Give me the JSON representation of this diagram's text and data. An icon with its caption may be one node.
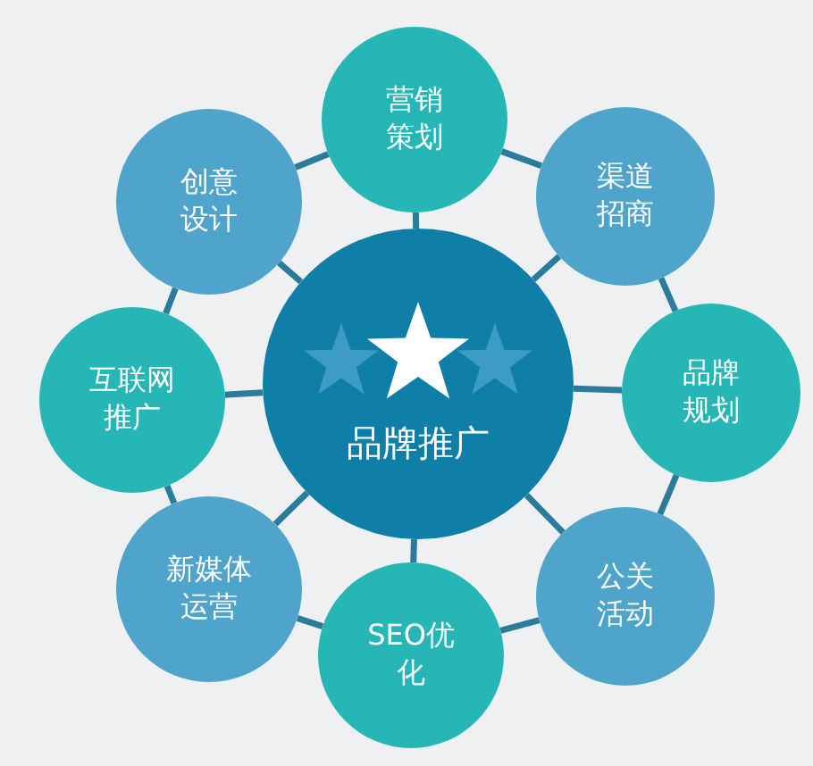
{
  "diagram": {
    "nodes": [
      {
        "text": [
          "品牌推广"
        ]
      },
      {
        "text": [
          "营销策划"
        ]
      },
      {
        "text": [
          "渠道招商"
        ]
      },
      {
        "text": [
          "品牌规划"
        ]
      },
      {
        "text": [
          "公关活动"
        ]
      },
      {
        "text": [
          "SEO优化"
        ]
      },
      {
        "text": [
          "新媒体运营"
        ]
      },
      {
        "text": [
          "互联网推广"
        ]
      },
      {
        "text": [
          "创意设计"
        ]
      }
    ],
    "edges": [
      {
        "from": 0,
        "to": 1,
        "arrow": "none"
      },
      {
        "from": 0,
        "to": 2,
        "arrow": "none"
      },
      {
        "from": 0,
        "to": 3,
        "arrow": "none"
      },
      {
        "from": 0,
        "to": 4,
        "arrow": "none"
      },
      {
        "from": 0,
        "to": 5,
        "arrow": "none"
      },
      {
        "from": 0,
        "to": 6,
        "arrow": "none"
      },
      {
        "from": 0,
        "to": 7,
        "arrow": "none"
      },
      {
        "from": 0,
        "to": 8,
        "arrow": "none"
      },
      {
        "from": 1,
        "to": 2,
        "arrow": "none"
      },
      {
        "from": 2,
        "to": 3,
        "arrow": "none"
      },
      {
        "from": 3,
        "to": 4,
        "arrow": "none"
      },
      {
        "from": 4,
        "to": 5,
        "arrow": "none"
      },
      {
        "from": 5,
        "to": 6,
        "arrow": "none"
      },
      {
        "from": 6,
        "to": 7,
        "arrow": "none"
      },
      {
        "from": 7,
        "to": 8,
        "arrow": "none"
      },
      {
        "from": 8,
        "to": 1,
        "arrow": "none"
      }
    ]
  }
}
